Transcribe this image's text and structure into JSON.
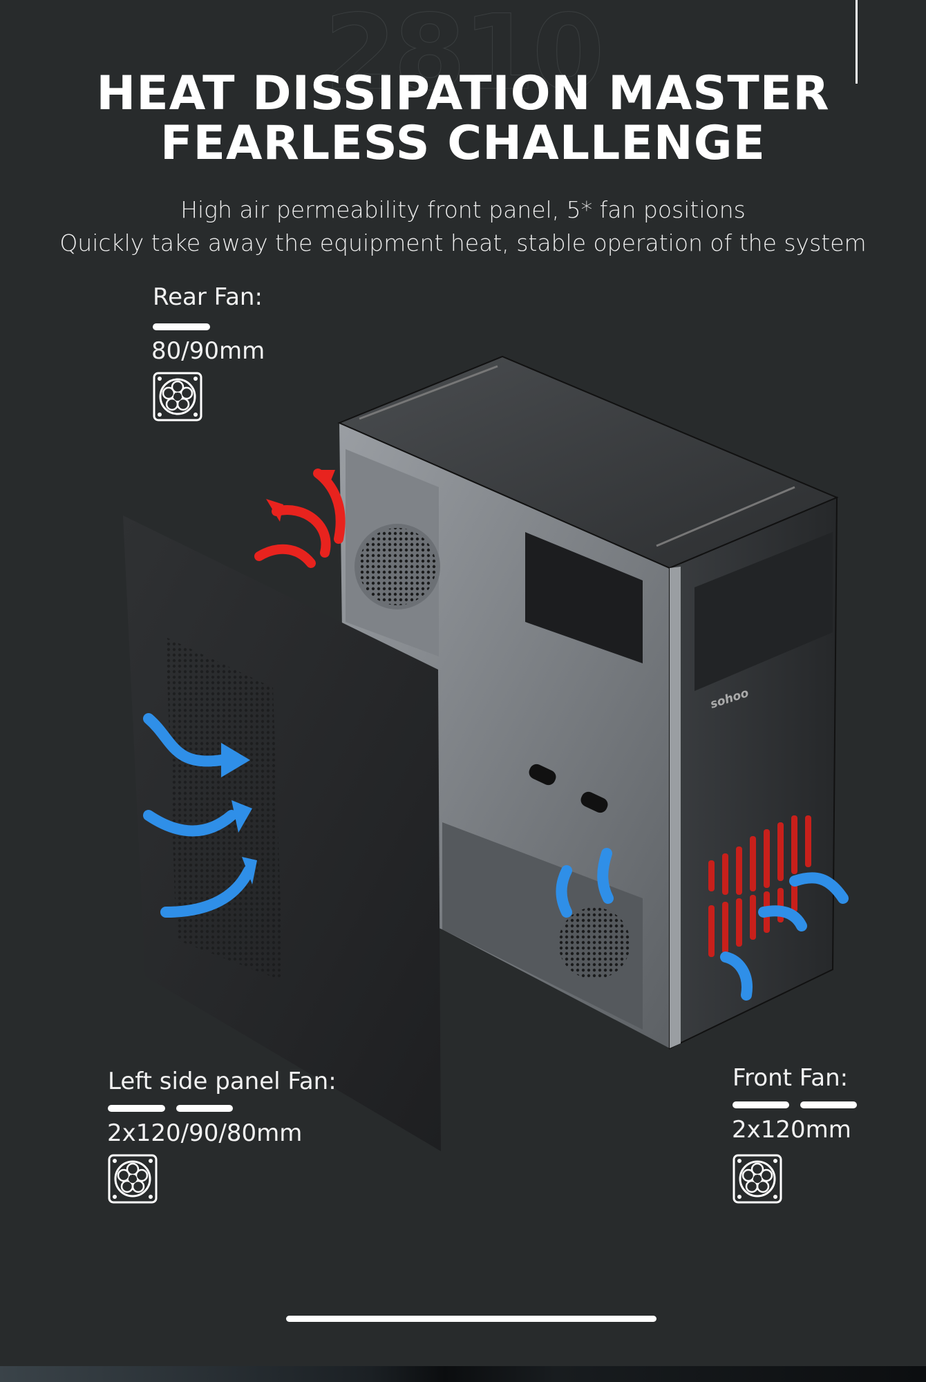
{
  "watermark": "2810",
  "title": {
    "line1": "HEAT DISSIPATION MASTER",
    "line2": "FEARLESS CHALLENGE"
  },
  "subtitle": {
    "line1": "High air permeability front panel,  5* fan positions",
    "line2": "Quickly take away the equipment heat, stable operation of the system"
  },
  "rear_fan": {
    "label": "Rear Fan:",
    "size": "80/90mm",
    "icon": "fan-icon"
  },
  "side_fan": {
    "label": "Left side panel Fan:",
    "size": "2x120/90/80mm",
    "icon": "fan-icon"
  },
  "front_fan": {
    "label": "Front Fan:",
    "size": "2x120mm",
    "icon": "fan-icon"
  },
  "brand": "sohoo",
  "colors": {
    "background": "#282b2c",
    "hot_air": "#e8231e",
    "cool_air": "#2f8fe8"
  }
}
